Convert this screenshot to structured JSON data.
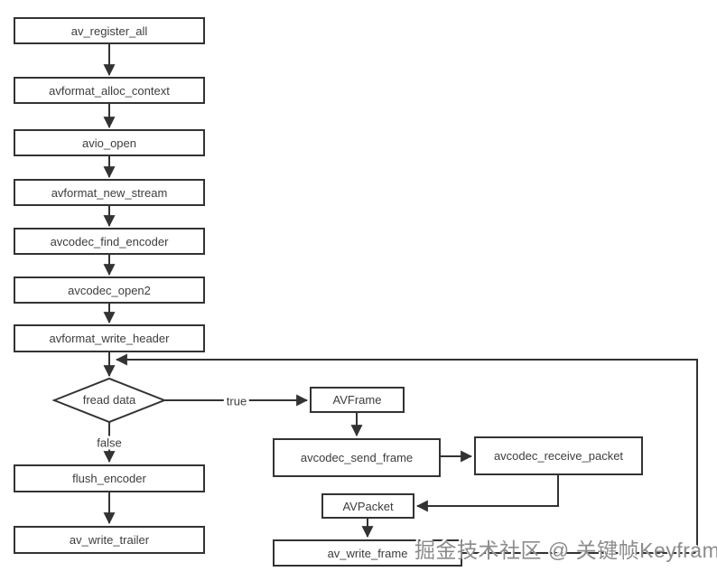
{
  "nodes": {
    "av_register_all": "av_register_all",
    "avformat_alloc_context": "avformat_alloc_context",
    "avio_open": "avio_open",
    "avformat_new_stream": "avformat_new_stream",
    "avcodec_find_encoder": "avcodec_find_encoder",
    "avcodec_open2": "avcodec_open2",
    "avformat_write_header": "avformat_write_header",
    "fread_data": "fread data",
    "flush_encoder": "flush_encoder",
    "av_write_trailer": "av_write_trailer",
    "avframe": "AVFrame",
    "avcodec_send_frame": "avcodec_send_frame",
    "avcodec_receive_packet": "avcodec_receive_packet",
    "avpacket": "AVPacket",
    "av_write_frame": "av_write_frame"
  },
  "edge_labels": {
    "true_label": "true",
    "false_label": "false"
  },
  "watermark": "掘金技术社区 @ 关键帧Keyframe",
  "colors": {
    "line": "#333333",
    "box_border": "#333333",
    "box_fill": "#ffffff",
    "text": "#3d3d3d",
    "background": "#ffffff",
    "watermark_text": "#8c8c8c"
  }
}
